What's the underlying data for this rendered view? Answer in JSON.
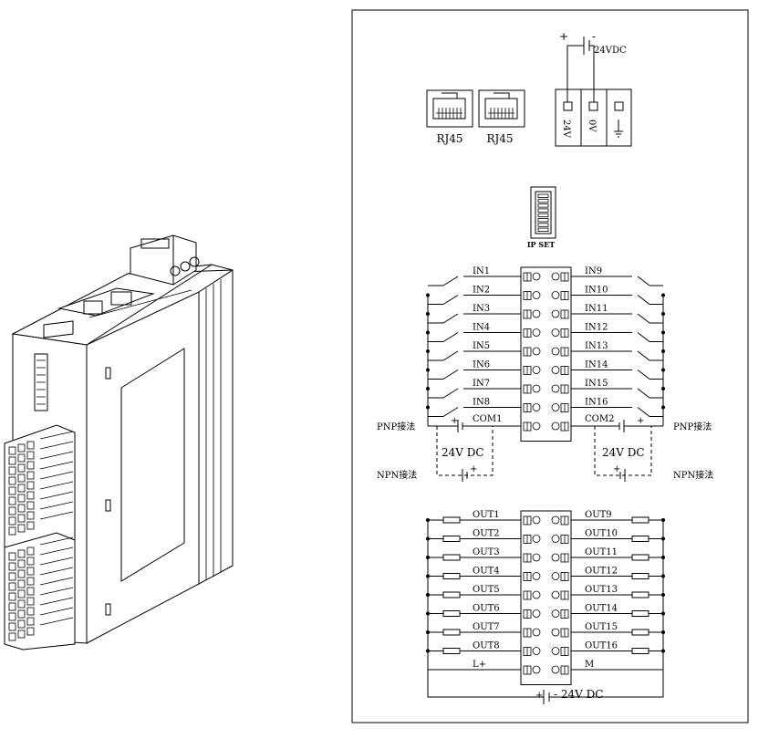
{
  "ports": {
    "rj45_a": "RJ45",
    "rj45_b": "RJ45"
  },
  "power": {
    "supply_label": "24VDC",
    "plus": "+",
    "minus": "-",
    "terminals": [
      "24V",
      "0V"
    ],
    "ground_icon": "ground-icon"
  },
  "dip_switch": {
    "label": "IP SET"
  },
  "inputs": {
    "left": [
      "IN1",
      "IN2",
      "IN3",
      "IN4",
      "IN5",
      "IN6",
      "IN7",
      "IN8"
    ],
    "right": [
      "IN9",
      "IN10",
      "IN11",
      "IN12",
      "IN13",
      "IN14",
      "IN15",
      "IN16"
    ],
    "com_left": "COM1",
    "com_right": "COM2",
    "pnp_label": "PNP接法",
    "npn_label": "NPN接法",
    "supply_label": "24V DC",
    "plus": "+"
  },
  "outputs": {
    "left": [
      "OUT1",
      "OUT2",
      "OUT3",
      "OUT4",
      "OUT5",
      "OUT6",
      "OUT7",
      "OUT8"
    ],
    "right": [
      "OUT9",
      "OUT10",
      "OUT11",
      "OUT12",
      "OUT13",
      "OUT14",
      "OUT15",
      "OUT16"
    ],
    "lplus": "L+",
    "m": "M",
    "plus": "+",
    "supply_label": "- 24V DC"
  },
  "colors": {
    "line": "#000000",
    "background": "#ffffff"
  }
}
